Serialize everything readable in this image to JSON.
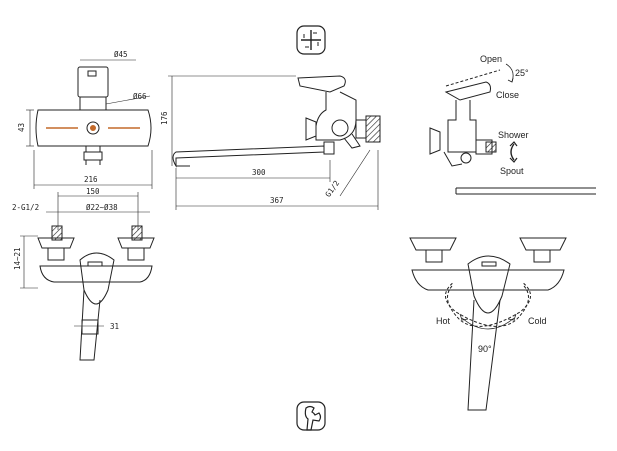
{
  "dimensions": {
    "d45": "Ø45",
    "d66": "Ø66",
    "h43": "43",
    "w216": "216",
    "h176": "176",
    "l300": "300",
    "thread": "G1/2",
    "l367": "367",
    "w150": "150",
    "thread2": "2-G1/2",
    "d22_38": "Ø22~Ø38",
    "r14_21": "14~21",
    "l31": "31"
  },
  "labels": {
    "open": "Open",
    "close": "Close",
    "angle25": "25°",
    "shower": "Shower",
    "spout": "Spout",
    "hot": "Hot",
    "cold": "Cold",
    "angle90": "90°"
  },
  "icons": [
    "cross-target-icon",
    "wrench-icon"
  ],
  "colors": {
    "line": "#222222",
    "accent": "#c46a2a"
  }
}
